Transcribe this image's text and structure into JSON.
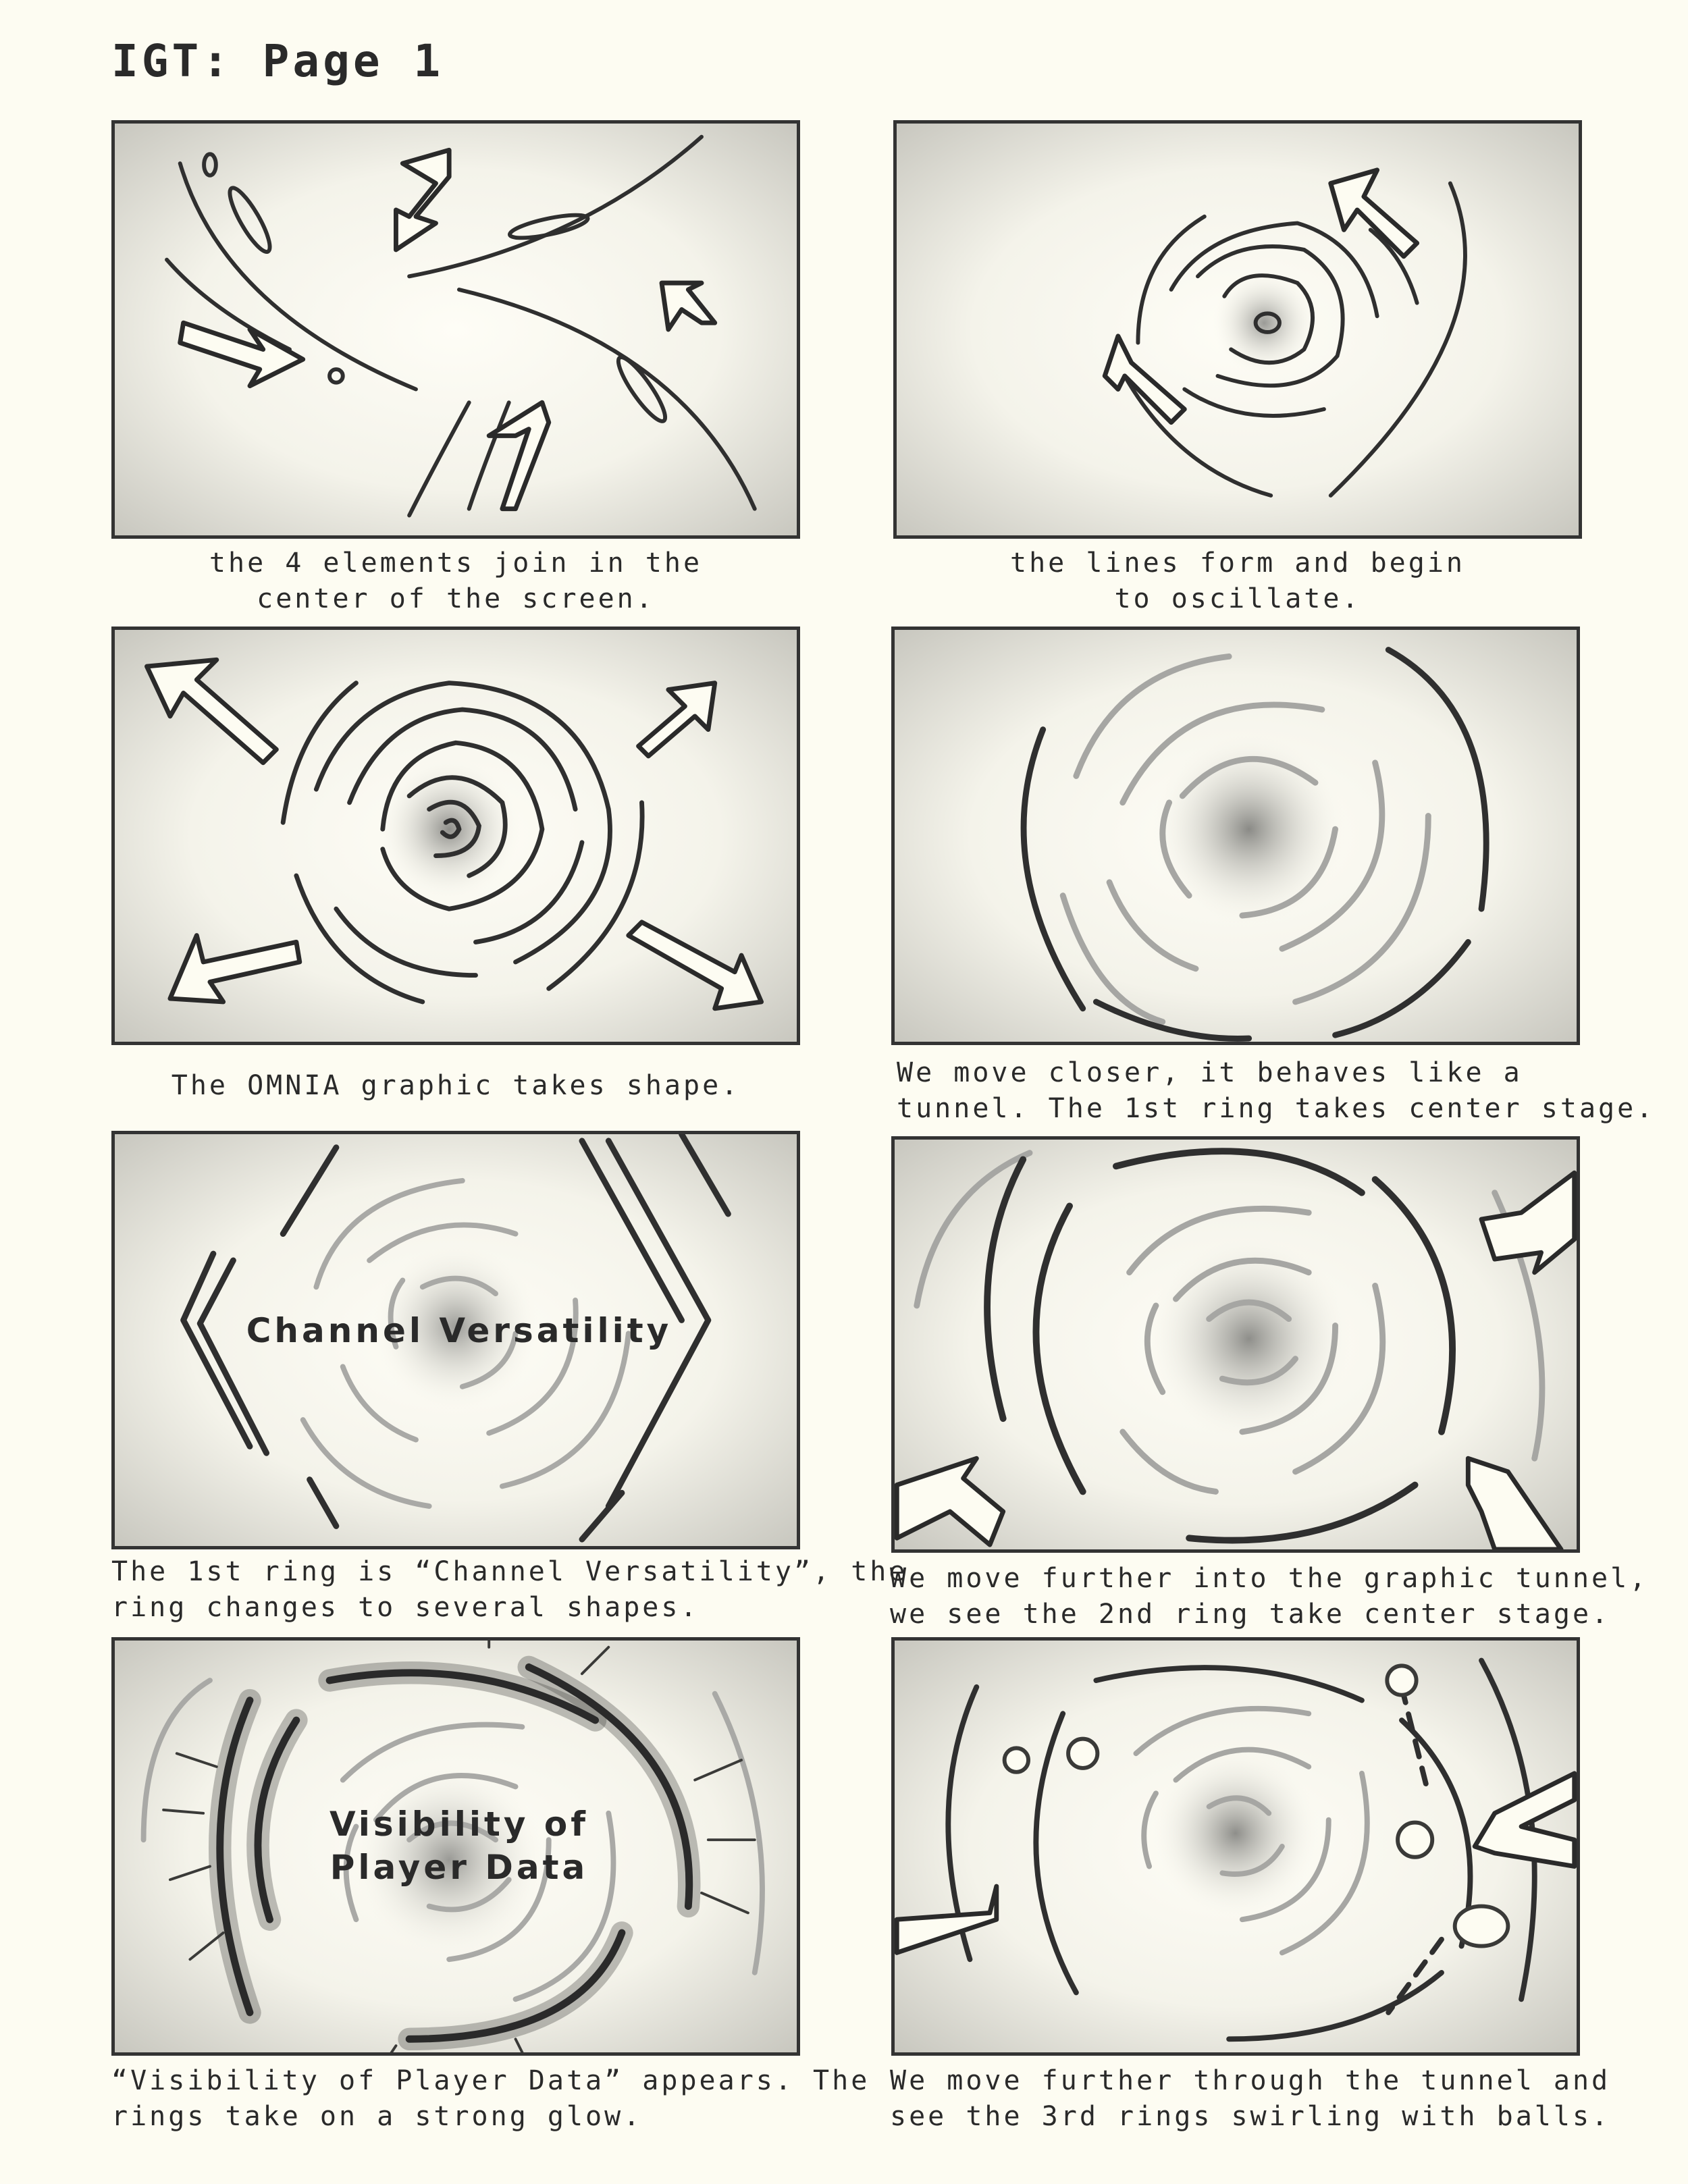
{
  "page": {
    "title": "IGT: Page 1"
  },
  "panels": [
    {
      "caption": [
        "the 4 elements join in the",
        "center of the screen."
      ]
    },
    {
      "caption": [
        "the lines form and begin",
        "to oscillate."
      ]
    },
    {
      "caption": [
        "The OMNIA graphic takes shape."
      ]
    },
    {
      "caption": [
        "We move closer, it behaves like a",
        "tunnel. The 1st ring takes center stage."
      ]
    },
    {
      "label": [
        "Channel Versatility"
      ],
      "caption": [
        "The 1st ring is “Channel Versatility”, the",
        "ring changes to several shapes."
      ]
    },
    {
      "caption": [
        "We move further into the graphic tunnel,",
        "we see the 2nd ring take center stage."
      ]
    },
    {
      "label": [
        "Visibility of",
        "Player Data"
      ],
      "caption": [
        "“Visibility of Player Data” appears. The",
        "rings take on a strong glow."
      ]
    },
    {
      "caption": [
        "We move further through the tunnel and",
        "see the 3rd rings swirling with balls."
      ]
    }
  ],
  "colors": {
    "paper": "#fdfcf2",
    "ink": "#2a2a2a",
    "pencil_light": "#a8a8a6"
  }
}
